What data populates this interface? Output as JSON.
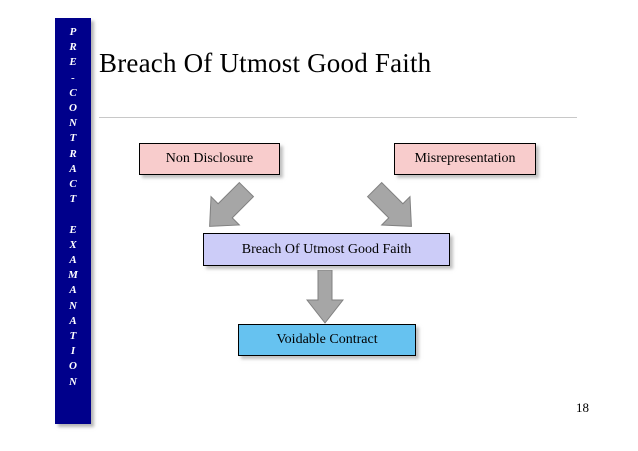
{
  "slide": {
    "title": "Breach Of Utmost Good Faith",
    "page_number": "18",
    "sidebar_text": "P\nR\nE\n-\nC\nO\nN\nT\nR\nA\nC\nT\n\nE\nX\nA\nM\nA\nN\nA\nT\nI\nO\nN",
    "boxes": {
      "non_disclosure": "Non Disclosure",
      "misrepresentation": "Misrepresentation",
      "breach": "Breach Of Utmost Good Faith",
      "voidable": "Voidable Contract"
    },
    "colors": {
      "sidebar": "#00008B",
      "pink_box": "#f8cccc",
      "lavender_box": "#ccccf8",
      "blue_box": "#66c2f0",
      "arrow": "#a6a6a6"
    }
  }
}
